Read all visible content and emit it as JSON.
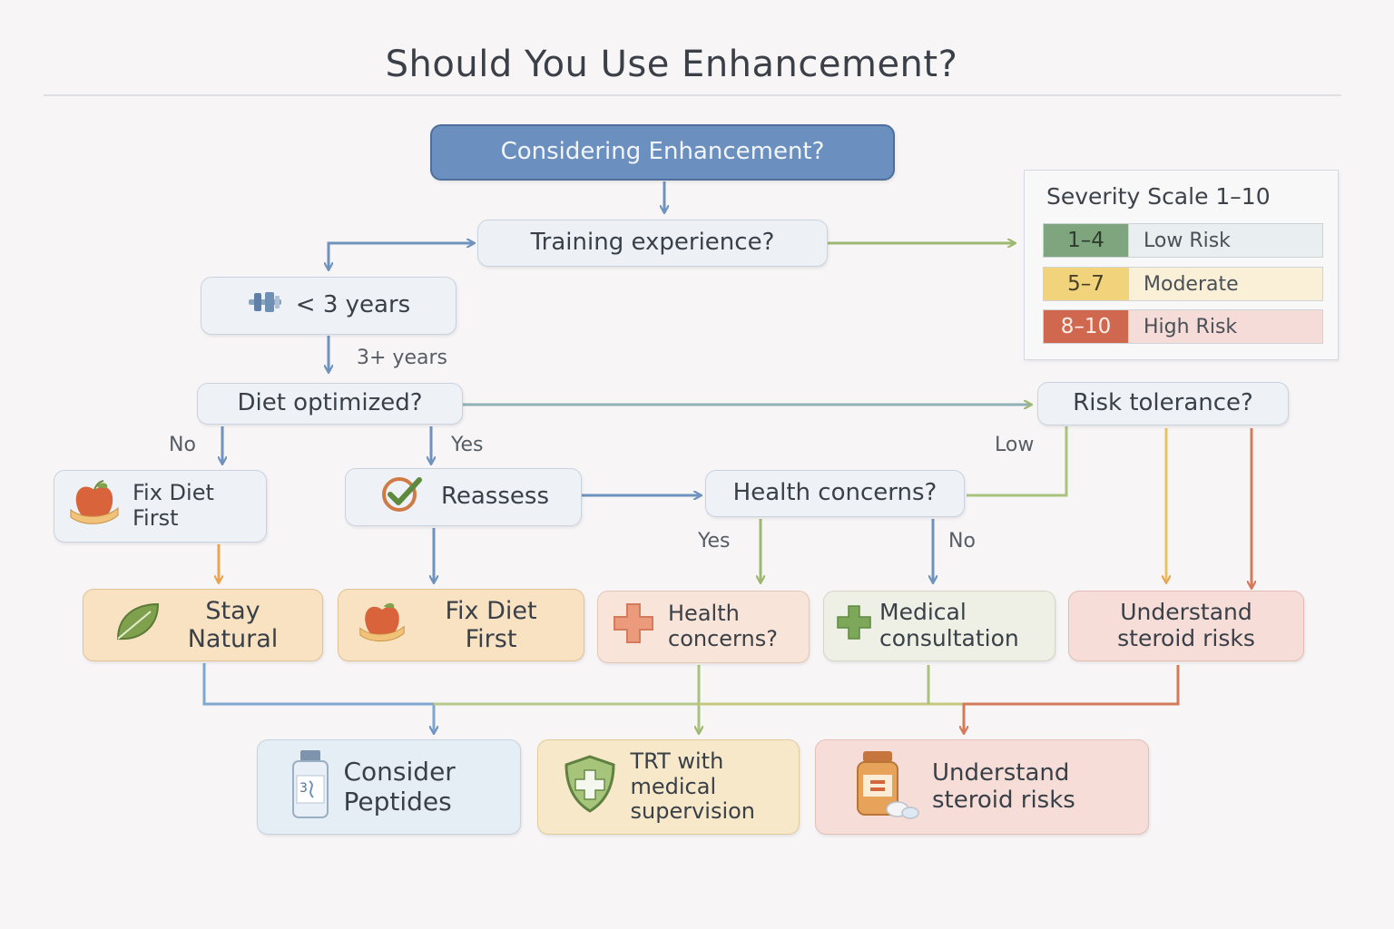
{
  "title": "Should You Use Enhancement?",
  "nodes": {
    "start": "Considering Enhancement?",
    "training": "Training experience?",
    "under3": "< 3 years",
    "diet": "Diet optimized?",
    "risk": "Risk tolerance?",
    "fix_diet_first_small": "Fix Diet First",
    "reassess": "Reassess",
    "health_concerns_q": "Health concerns?",
    "stay_natural": "Stay Natural",
    "fix_diet_first": "Fix Diet First",
    "health_concerns_box": "Health concerns?",
    "medical_consultation": "Medical consultation",
    "understand_steroid_risks_mid": "Understand steroid risks",
    "consider_peptides": "Consider Peptides",
    "trt": "TRT with medical supervision",
    "understand_steroid_risks_bottom": "Understand steroid risks"
  },
  "edge_labels": {
    "three_plus": "3+ years",
    "diet_no": "No",
    "diet_yes": "Yes",
    "risk_low": "Low",
    "health_yes": "Yes",
    "health_no": "No"
  },
  "legend": {
    "title": "Severity Scale 1–10",
    "rows": [
      {
        "range": "1–4",
        "label": "Low Risk",
        "color": "#7fa57f",
        "bg": "#e9eef1"
      },
      {
        "range": "5–7",
        "label": "Moderate",
        "color": "#f0d37a",
        "bg": "#faf0d8"
      },
      {
        "range": "8–10",
        "label": "High Risk",
        "color": "#d0674f",
        "bg": "#f6dcd8"
      }
    ]
  },
  "colors": {
    "blue_line": "#7a9cc4",
    "green_line": "#a9c27d",
    "orange_line": "#e9a555",
    "red_line": "#d37a5a",
    "top_node": "#6b8fbf"
  },
  "icons": [
    "dumbbell-icon",
    "apple-tape-icon",
    "checkmark-icon",
    "leaf-icon",
    "red-cross-icon",
    "green-cross-icon",
    "peptide-vial-icon",
    "shield-cross-icon",
    "pill-bottle-icon"
  ]
}
